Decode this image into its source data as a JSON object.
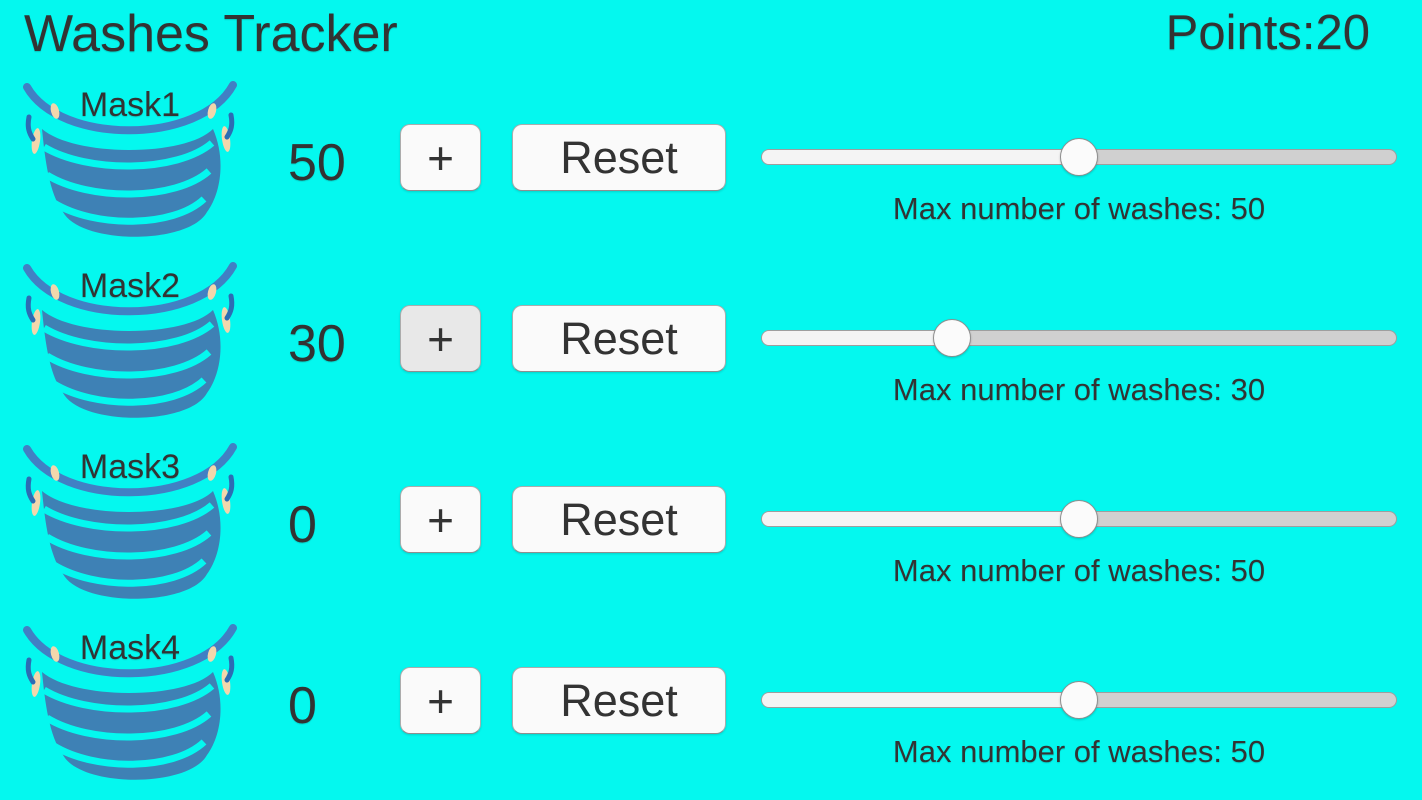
{
  "header": {
    "title": "Washes Tracker",
    "points_label": "Points:",
    "points_value": "20"
  },
  "colors": {
    "background": "#04F8EF",
    "text": "#333333",
    "button_bg": "#FAFAFA",
    "button_bg_pressed": "#E8E8E8",
    "button_border": "#ACACAC",
    "slider_fill": "#F4F4F4",
    "slider_track": "#D0D0D0",
    "slider_thumb": "#FBFBFB",
    "mask_body": "#3E81B5",
    "mask_strap": "#4180C4",
    "mask_accent": "#F2D7AC",
    "mask_dash": "#2C6CB4"
  },
  "icons": {
    "mask_icon": "surgical-mask"
  },
  "rows": [
    {
      "mask_label": "Mask1",
      "count": "50",
      "plus_label": "+",
      "plus_pressed": false,
      "reset_label": "Reset",
      "slider_percent": 50,
      "max_label": "Max number of washes: 50"
    },
    {
      "mask_label": "Mask2",
      "count": "30",
      "plus_label": "+",
      "plus_pressed": true,
      "reset_label": "Reset",
      "slider_percent": 30,
      "max_label": "Max number of washes: 30"
    },
    {
      "mask_label": "Mask3",
      "count": "0",
      "plus_label": "+",
      "plus_pressed": false,
      "reset_label": "Reset",
      "slider_percent": 50,
      "max_label": "Max number of washes: 50"
    },
    {
      "mask_label": "Mask4",
      "count": "0",
      "plus_label": "+",
      "plus_pressed": false,
      "reset_label": "Reset",
      "slider_percent": 50,
      "max_label": "Max number of washes: 50"
    }
  ]
}
